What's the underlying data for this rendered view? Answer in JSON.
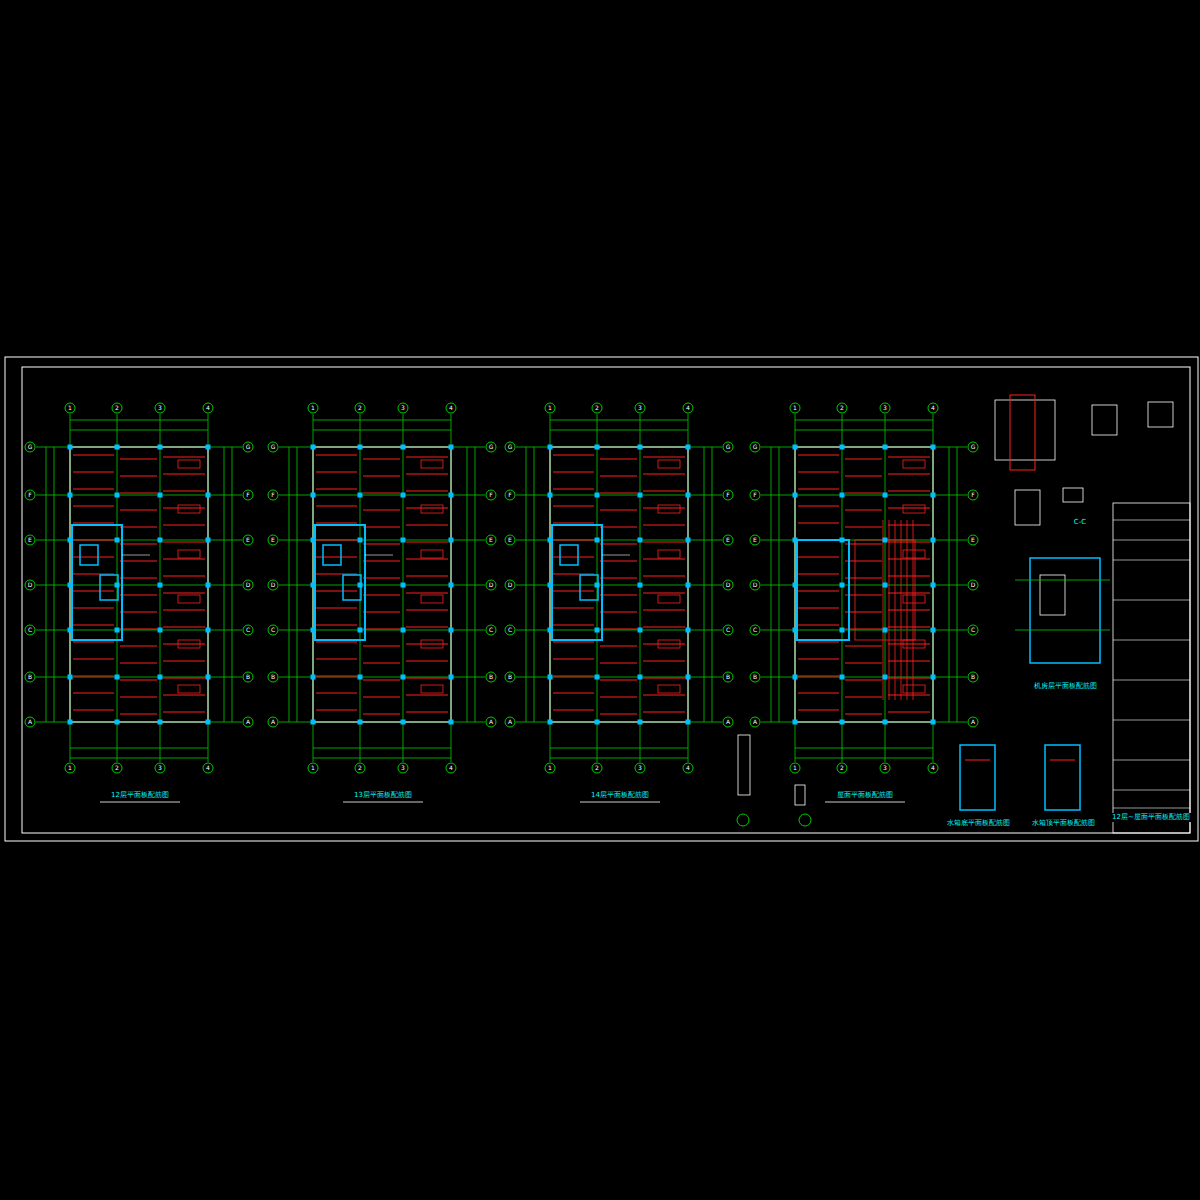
{
  "diagram": {
    "labels": [
      "12层平面板配筋图",
      "13层平面板配筋图",
      "14层平面板配筋图",
      "屋面平面板配筋图",
      "水箱底平面板配筋图",
      "水箱顶平面板配筋图",
      "机房层平面板配筋图",
      "12层~屋面平面板配筋图",
      "C-C",
      "1",
      "2",
      "3",
      "4",
      "1",
      "2",
      "3",
      "4",
      "G",
      "F",
      "E",
      "D",
      "C",
      "B",
      "A",
      "G",
      "F",
      "E",
      "D",
      "C",
      "B",
      "A",
      "1",
      "2",
      "3",
      "4",
      "1",
      "2",
      "3",
      "4",
      "G",
      "F",
      "E",
      "D",
      "C",
      "B",
      "A",
      "G",
      "F",
      "E",
      "D",
      "C",
      "B",
      "A",
      "1",
      "2",
      "3",
      "4",
      "1",
      "2",
      "3",
      "4",
      "G",
      "F",
      "E",
      "D",
      "C",
      "B",
      "A",
      "G",
      "F",
      "E",
      "D",
      "C",
      "B",
      "A",
      "1",
      "2",
      "3",
      "4",
      "1",
      "2",
      "3",
      "4",
      "G",
      "F",
      "E",
      "D",
      "C",
      "B",
      "A",
      "G",
      "F",
      "E",
      "D",
      "C",
      "B",
      "A"
    ]
  }
}
